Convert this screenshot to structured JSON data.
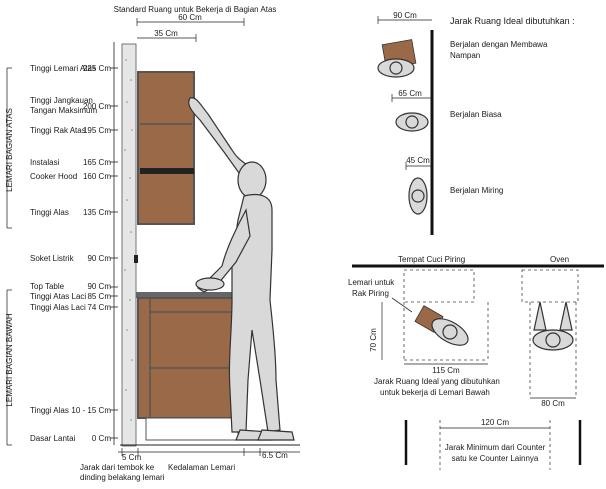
{
  "top": {
    "title": "Standard Ruang untuk Bekerja di Bagian Atas",
    "width_total": "60 Cm",
    "width_part": "35 Cm"
  },
  "left_labels": [
    {
      "name": "Tinggi Lemari Atas",
      "value": "225 Cm"
    },
    {
      "name": "Tinggi Jangkauan\nTangan Maksimum",
      "value": "200 Cm"
    },
    {
      "name": "Tinggi Rak Atas",
      "value": "195 Cm"
    },
    {
      "name": "Instalasi",
      "value": "165 Cm"
    },
    {
      "name": "Cooker Hood",
      "value": "160 Cm"
    },
    {
      "name": "Tinggi Alas",
      "value": "135 Cm"
    },
    {
      "name": "Soket Listrik",
      "value": "90 Cm"
    },
    {
      "name": "Top Table",
      "value": "90 Cm"
    },
    {
      "name": "Tinggi Atas Laci",
      "value": "85 Cm"
    },
    {
      "name": "Tinggi Alas Laci",
      "value": "74 Cm"
    },
    {
      "name": "Tinggi Alas",
      "value": "10 - 15 Cm"
    },
    {
      "name": "Dasar Lantai",
      "value": "0 Cm"
    }
  ],
  "vertical_labels": {
    "upper": "LEMARI BAGIAN ATAS",
    "lower": "LEMARI BAGIAN BAWAH"
  },
  "bottom": {
    "wall_gap": "5 Cm",
    "wall_gap_caption_1": "Jarak dari tembok ke",
    "wall_gap_caption_2": "dinding belakang lemari",
    "depth_caption": "Kedalaman Lemari",
    "toe_kick": "6.5 Cm"
  },
  "right_top": {
    "title": "Jarak Ruang Ideal dibutuhkan :",
    "w1": "90 Cm",
    "l1_a": "Berjalan dengan Membawa",
    "l1_b": "Nampan",
    "w2": "65 Cm",
    "l2": "Berjalan Biasa",
    "w3": "45 Cm",
    "l3": "Berjalan Miring"
  },
  "right_bottom": {
    "sink": "Tempat Cuci Piring",
    "oven": "Oven",
    "shelf_a": "Lemari untuk",
    "shelf_b": "Rak Piring",
    "depth": "70 Cm",
    "width": "115 Cm",
    "caption_a": "Jarak Ruang Ideal yang dibutuhkan",
    "caption_b": "untuk bekerja di Lemari Bawah",
    "oven_width": "80 Cm",
    "counter_gap": "120 Cm",
    "counter_caption_a": "Jarak Minimum dari Counter",
    "counter_caption_b": "satu ke Counter Lainnya"
  }
}
